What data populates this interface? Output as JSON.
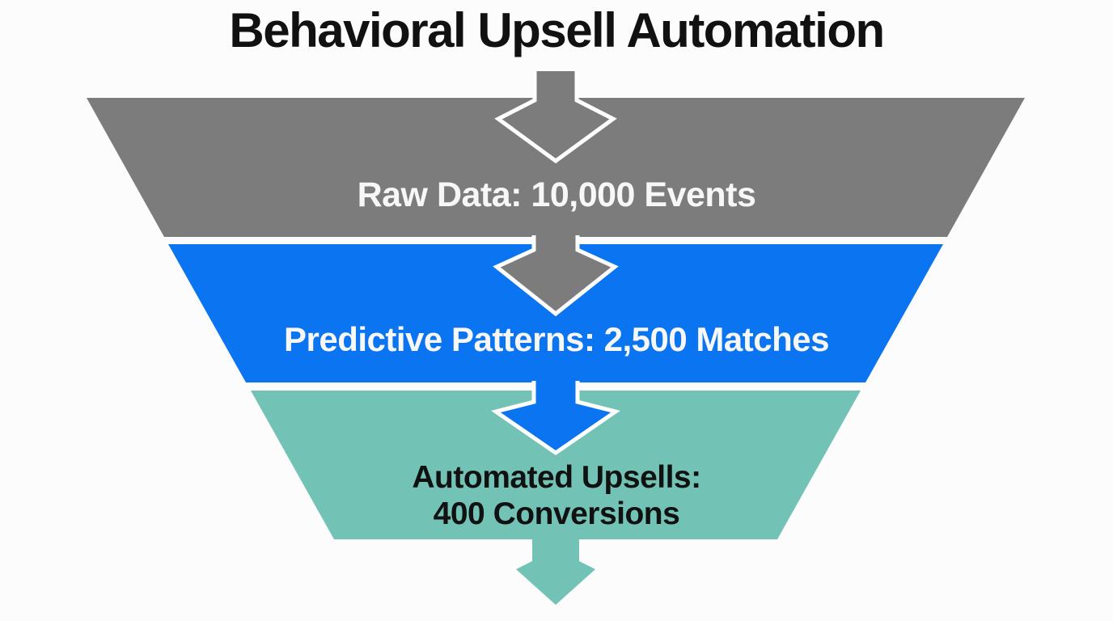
{
  "title": {
    "text": "Behavioral Upsell Automation",
    "color": "#111111"
  },
  "background_color": "#fcfcfc",
  "funnel": {
    "type": "funnel",
    "direction": "top-to-bottom",
    "arrow_outline_color": "#ffffff",
    "stages": [
      {
        "name": "raw-data",
        "label": "Raw Data: 10,000 Events",
        "value": 10000,
        "color": "#7c7c7c",
        "label_color": "#f7f7f7"
      },
      {
        "name": "predictive-patterns",
        "label": "Predictive Patterns: 2,500 Matches",
        "value": 2500,
        "color": "#0b74f0",
        "label_color": "#f7f7f7"
      },
      {
        "name": "automated-upsells",
        "label_line1": "Automated Upsells:",
        "label_line2": "400 Conversions",
        "value": 400,
        "color": "#72c3b5",
        "label_color": "#111111"
      }
    ]
  }
}
